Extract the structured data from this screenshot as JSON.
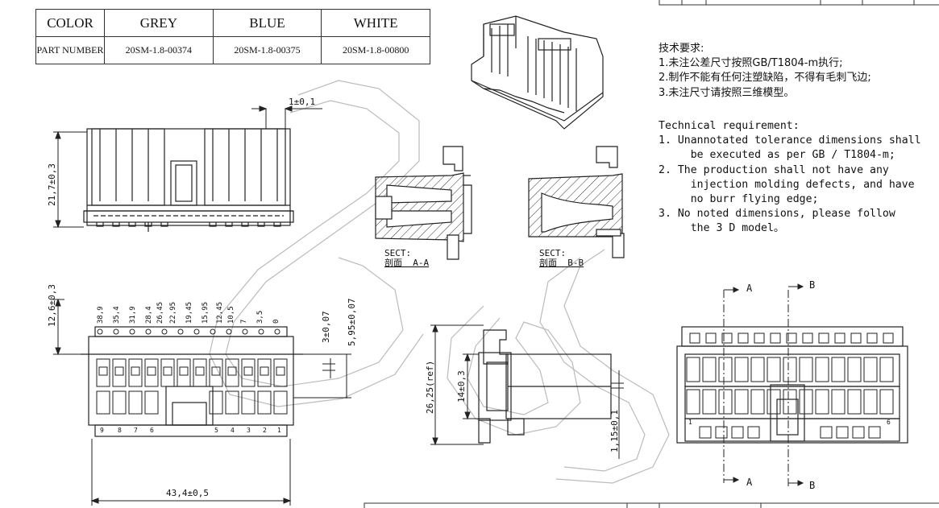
{
  "color_table": {
    "header": [
      "COLOR",
      "GREY",
      "BLUE",
      "WHITE"
    ],
    "row": [
      "PART NUMBER",
      "20SM-1.8-00374",
      "20SM-1.8-00375",
      "20SM-1.8-00800"
    ]
  },
  "notes_cn": {
    "title": "技术要求:",
    "items": [
      "1.未注公差尺寸按照GB/T1804-m执行;",
      "2.制作不能有任何注塑缺陷，不得有毛刺飞边;",
      "3.未注尺寸请按照三维模型。"
    ]
  },
  "notes_en": {
    "title": "Technical requirement:",
    "items": [
      "1. Unannotated tolerance dimensions shall",
      "     be executed as per GB / T1804-m;",
      "2. The production shall not have any",
      "     injection molding defects, and have",
      "     no burr flying edge;",
      "3. No noted dimensions, please follow",
      "     the 3 D model。"
    ]
  },
  "dims": {
    "gap": "1±0,1",
    "height_top": "21,7±0,3",
    "height_front": "12,6±0,3",
    "d307": "3±0,07",
    "d595": "5,95±0,07",
    "width": "43,4±0,5",
    "side_ref": "26,25(ref)",
    "side_14": "14±0,3",
    "side_115": "1,15±0,1"
  },
  "pitch_labels": [
    "38,9",
    "35,4",
    "31,9",
    "28,4",
    "26,45",
    "22,95",
    "19,45",
    "15,95",
    "12,45",
    "10,5",
    "7",
    "3,5",
    "0"
  ],
  "pin_numbers_bottom": [
    "9",
    "8",
    "7",
    "6",
    "5",
    "4",
    "3",
    "2",
    "1"
  ],
  "section_a": {
    "sect": "SECT:",
    "name": "剖面  A-A"
  },
  "section_b": {
    "sect": "SECT:",
    "name": "剖面  B-B"
  },
  "section_markers": {
    "a": "A",
    "b": "B"
  },
  "right_view_pins": {
    "left": "1",
    "right": "6"
  }
}
